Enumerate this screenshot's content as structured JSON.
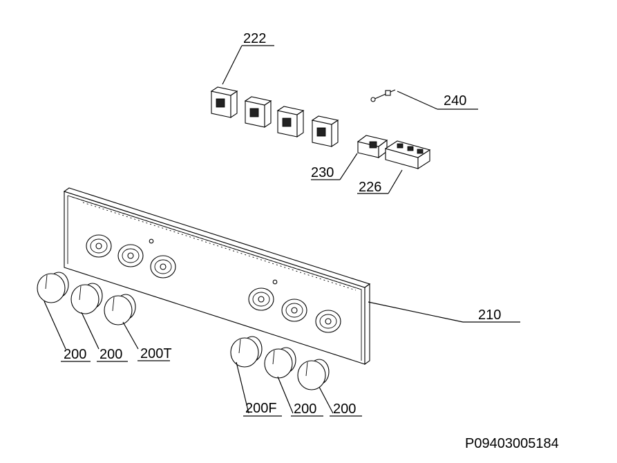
{
  "labels": {
    "l222": "222",
    "l240": "240",
    "l230": "230",
    "l226": "226",
    "l210": "210",
    "l200a": "200",
    "l200b": "200",
    "l200T": "200T",
    "l200F": "200F",
    "l200c": "200",
    "l200d": "200"
  },
  "drawing_code": "P09403005184"
}
